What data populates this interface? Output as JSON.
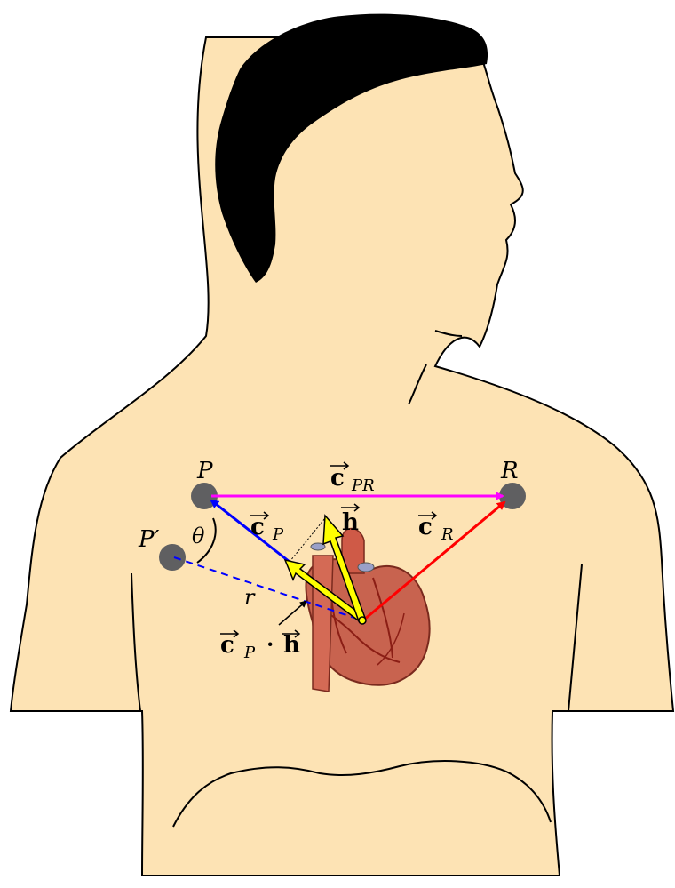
{
  "labels": {
    "P": "P",
    "R": "R",
    "P_prime": "P′",
    "theta": "θ",
    "r": "r",
    "c_PR": {
      "base": "c",
      "sub": "PR"
    },
    "c_P": {
      "base": "c",
      "sub": "P"
    },
    "c_R": {
      "base": "c",
      "sub": "R"
    },
    "h": {
      "base": "h"
    },
    "proj": {
      "base1": "c",
      "sub1": "P",
      "dot": "·",
      "base2": "h"
    }
  },
  "colors": {
    "skin": "#fde3b4",
    "hair": "#000000",
    "electrode": "#5f5f61",
    "vector_PR": "#ff00ff",
    "vector_P": "#0000ff",
    "vector_R": "#ff0000",
    "vector_h": "#ffff00",
    "heart": "#c8634f"
  }
}
